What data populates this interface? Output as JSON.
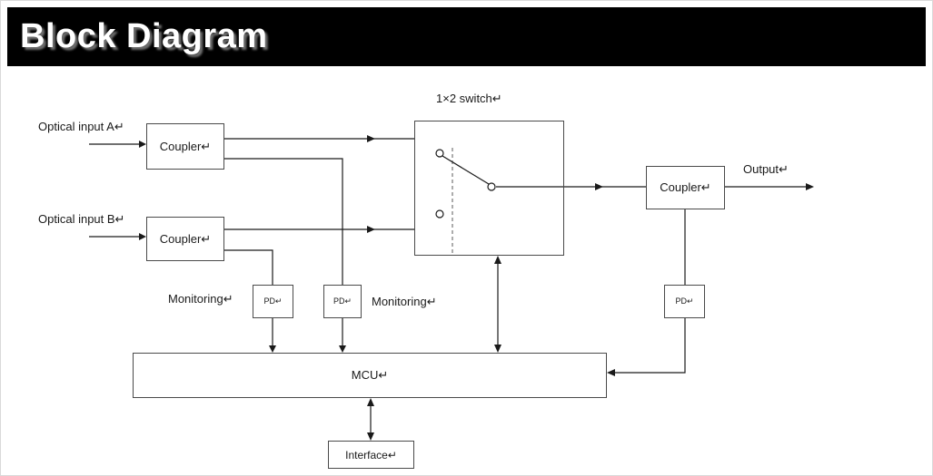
{
  "header": {
    "title": "Block Diagram"
  },
  "labels": {
    "input_a": "Optical input A↵",
    "input_b": "Optical input B↵",
    "switch_title": "1×2 switch↵",
    "output": "Output↵",
    "monitoring_left": "Monitoring↵",
    "monitoring_right": "Monitoring↵"
  },
  "boxes": {
    "coupler_a": "Coupler↵",
    "coupler_b": "Coupler↵",
    "coupler_out": "Coupler↵",
    "pd_left": "PD↵",
    "pd_mid": "PD↵",
    "pd_right": "PD↵",
    "mcu": "MCU↵",
    "interface": "Interface↵"
  },
  "colors": {
    "header_bg": "#000000",
    "header_text": "#ffffff",
    "line": "#1a1a1a",
    "box_border": "#4a4a4a"
  }
}
